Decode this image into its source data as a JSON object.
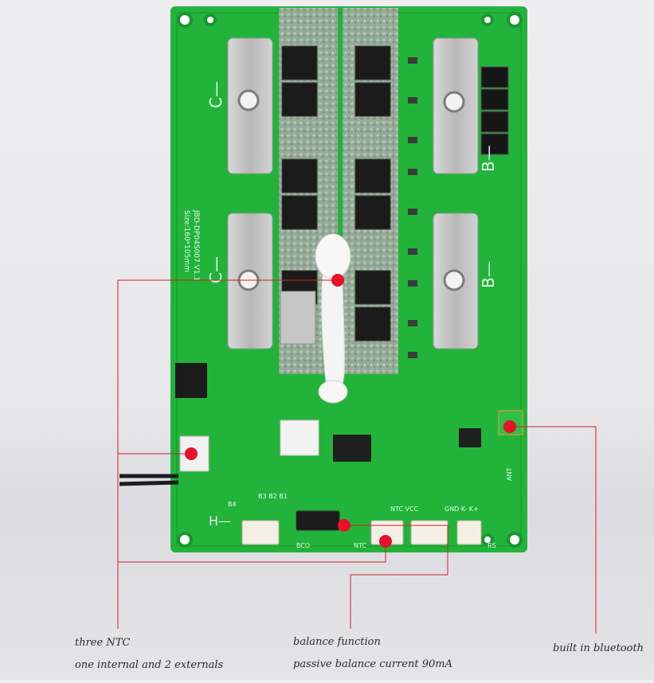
{
  "colors": {
    "background": "#e9e9ec",
    "pcb_green": "#22b43a",
    "pcb_dark": "#179a2e",
    "callout_line": "#d0202a",
    "marker": "#e8102a",
    "mosfet": "#1b1b1b",
    "busbar": "#c9c9c9"
  },
  "board": {
    "silk_c1": "C—",
    "silk_c2": "C—",
    "silk_b1": "B—",
    "silk_b2": "B—",
    "silk_h": "H—",
    "model": "JBD-DP04S007 V1.1",
    "size": "Size:160*105mm",
    "label_rs": "B3 B2 B1",
    "label_b4": "B4",
    "label_bco": "BCO",
    "label_ntc": "NTC",
    "label_vcc": "NTC VCC",
    "label_k": "GND K- K+",
    "label_rs485": "RS",
    "label_ant": "ANT"
  },
  "captions": {
    "ntc_line1": "three NTC",
    "ntc_line2": "one internal and 2 externals",
    "balance_line1": "balance function",
    "balance_line2": "passive balance current 90mA",
    "bluetooth": "built in bluetooth"
  },
  "icons": {
    "marker": "red-dot-marker"
  }
}
